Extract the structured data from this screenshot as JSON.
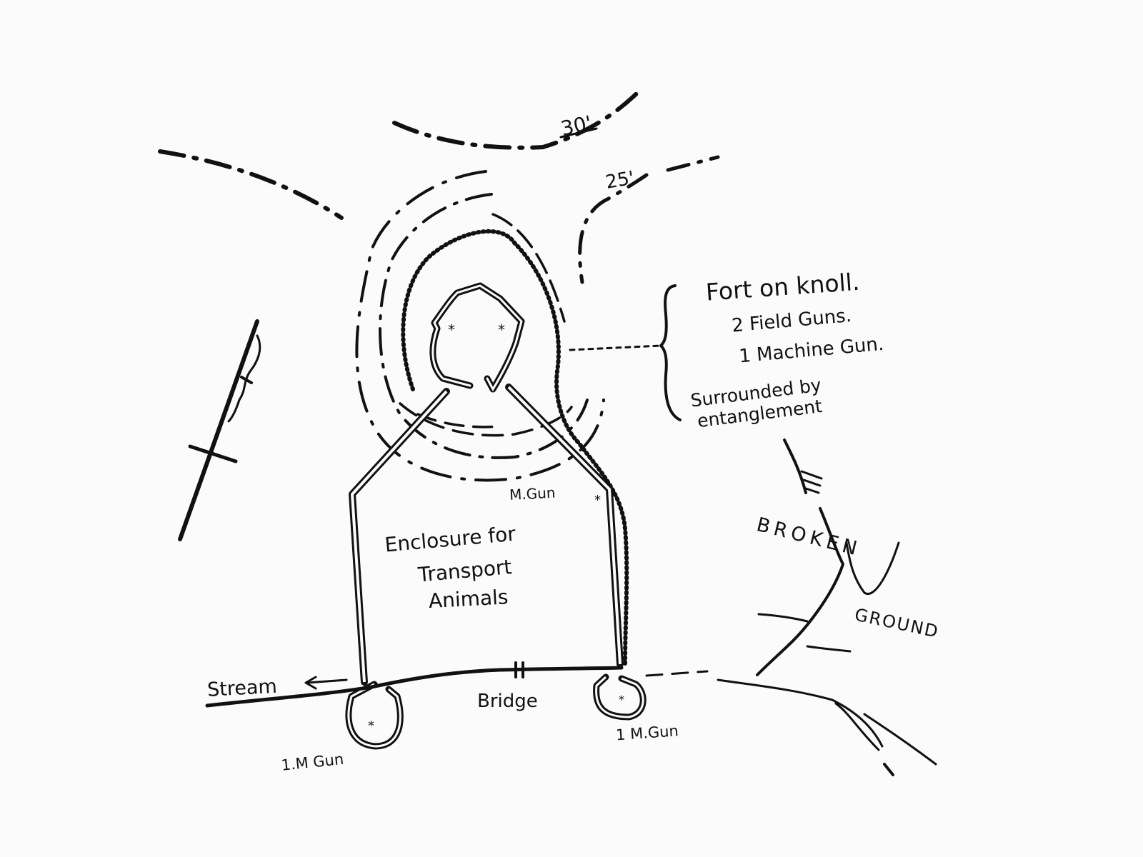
{
  "colors": {
    "ink": "#111111",
    "paper": "#fbfbfb"
  },
  "contours": {
    "upper": "30'",
    "lower": "25'"
  },
  "fort": {
    "title": "Fort on knoll.",
    "line1": "2 Field Guns.",
    "line2": "1 Machine Gun.",
    "line3": "Surrounded by",
    "line4": "entanglement"
  },
  "enclosure": {
    "line1": "Enclosure for",
    "line2": "Transport",
    "line3": "Animals"
  },
  "labels": {
    "mgun_upper": "M.Gun",
    "mgun_left": "1.M Gun",
    "mgun_right": "1 M.Gun",
    "stream": "Stream",
    "bridge": "Bridge",
    "broken": "BROKEN",
    "ground": "GROUND"
  }
}
